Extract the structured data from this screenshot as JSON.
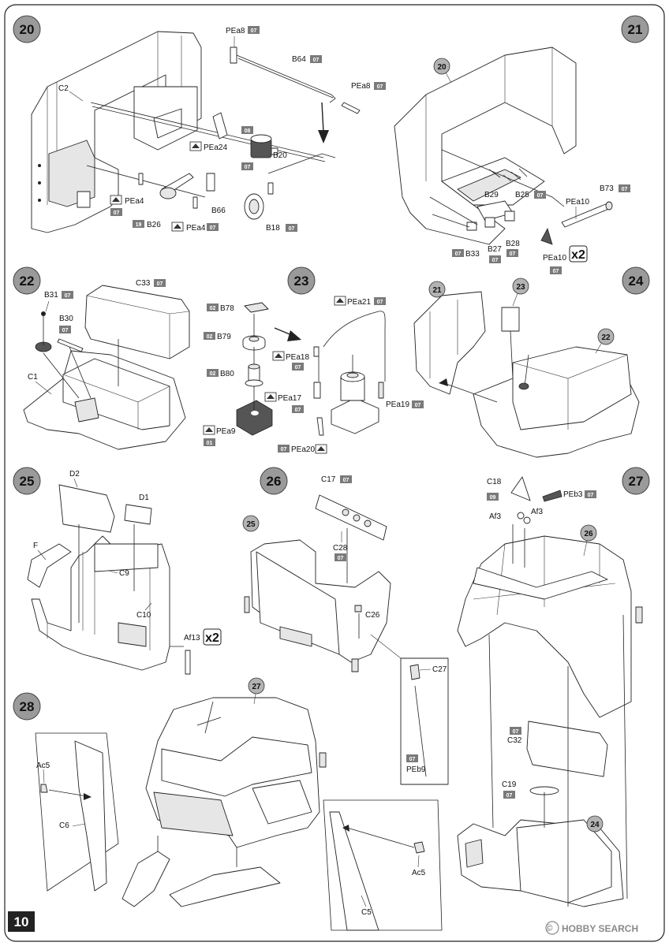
{
  "page_number": "10",
  "steps": {
    "s20": {
      "num": "20",
      "labels": {
        "pea8_top": "PEa8",
        "b64": "B64",
        "pea8_r": "PEa8",
        "c2": "C2",
        "pea24": "PEa24",
        "b20": "B20",
        "pea4_l": "PEa4",
        "b26": "B26",
        "pea4_b": "PEa4",
        "b66": "B66",
        "b18": "B18"
      },
      "codes": {
        "pea8_top": "07",
        "b64": "07",
        "pea8_r": "07",
        "b20_top": "08",
        "b20": "07",
        "pea4": "07",
        "b26": "19",
        "pea4_b": "07",
        "b18": "07"
      }
    },
    "s21": {
      "num": "21",
      "ref": "20",
      "labels": {
        "b25": "B25",
        "b29": "B29",
        "b73": "B73",
        "pea10_t": "PEa10",
        "pea10_b": "PEa10",
        "b28": "B28",
        "b27": "B27",
        "b33": "B33"
      },
      "codes": {
        "b25": "07",
        "b73": "07",
        "pea10": "07",
        "b28": "07",
        "b27": "07",
        "b33": "07"
      },
      "multiplier": "x2"
    },
    "s22": {
      "num": "22",
      "labels": {
        "b31": "B31",
        "c33": "C33",
        "b30": "B30",
        "c1": "C1"
      },
      "codes": {
        "b31": "07",
        "c33": "07",
        "b30": "07"
      }
    },
    "s23": {
      "num": "23",
      "labels": {
        "b78": "B78",
        "b79": "B79",
        "b80": "B80",
        "pea9": "PEa9",
        "pea21": "PEa21",
        "pea18": "PEa18",
        "pea17": "PEa17",
        "pea19": "PEa19",
        "pea20": "PEa20"
      },
      "codes": {
        "b78": "02",
        "b79": "02",
        "b80": "02",
        "pea9": "01",
        "pea21": "07",
        "pea18": "07",
        "pea17": "07",
        "pea19": "07",
        "pea20": "07"
      }
    },
    "s24": {
      "num": "24",
      "refs": [
        "21",
        "23",
        "22"
      ]
    },
    "s25": {
      "num": "25",
      "labels": {
        "d2": "D2",
        "d1": "D1",
        "f": "F",
        "c9": "C9",
        "c10": "C10",
        "af13": "Af13"
      },
      "multiplier": "x2"
    },
    "s26": {
      "num": "26",
      "ref": "25",
      "labels": {
        "c17": "C17",
        "c28": "C28",
        "c26": "C26",
        "c27": "C27",
        "peb9": "PEb9"
      },
      "codes": {
        "c17": "07",
        "c28": "07",
        "peb9": "07"
      }
    },
    "s27": {
      "num": "27",
      "refs": [
        "26",
        "24"
      ],
      "labels": {
        "c18": "C18",
        "peb3": "PEb3",
        "af3_l": "Af3",
        "af3_r": "Af3",
        "c32": "C32",
        "c19": "C19"
      },
      "codes": {
        "c18": "09",
        "peb3": "07",
        "c32": "07",
        "c19": "07"
      }
    },
    "s28": {
      "num": "28",
      "ref": "27",
      "labels": {
        "ac5_l": "Ac5",
        "c6": "C6",
        "ac5_r": "Ac5",
        "c5": "C5"
      }
    }
  },
  "watermark": {
    "brand": "HOBBY SEARCH",
    "copyright": "©"
  },
  "colors": {
    "paint_chip": "#7a7a7a",
    "step_badge": "#9a9a9a",
    "page_num_bg": "#222222"
  }
}
